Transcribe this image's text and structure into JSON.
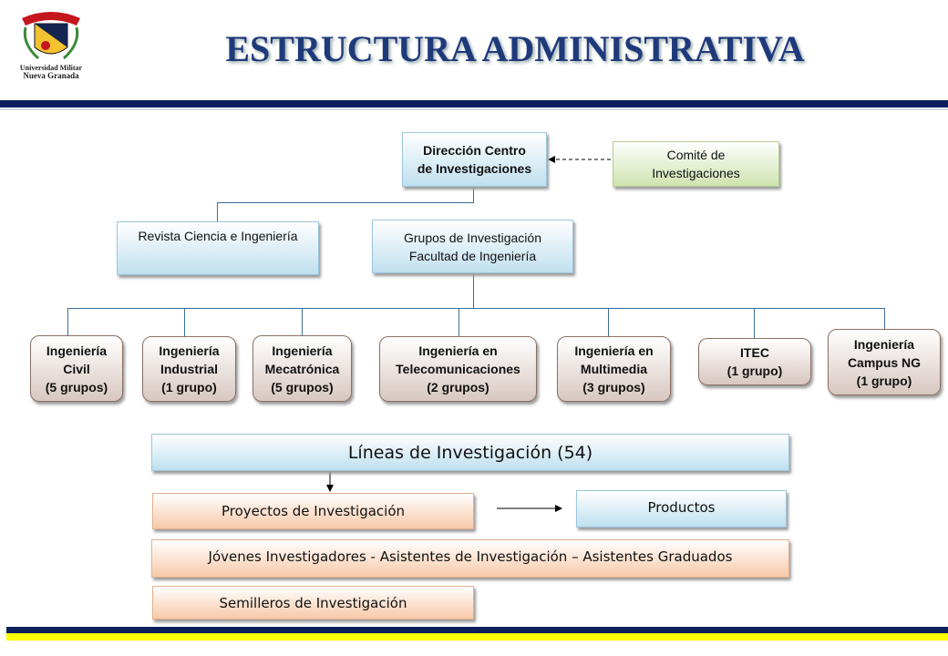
{
  "header": {
    "title": "ESTRUCTURA ADMINISTRATIVA",
    "logo_text": [
      "Universidad Militar",
      "Nueva Granada"
    ]
  },
  "org": {
    "direccion": [
      "Dirección Centro",
      "de Investigaciones"
    ],
    "comite": [
      "Comité de",
      "Investigaciones"
    ],
    "revista": "Revista Ciencia e Ingeniería",
    "grupos": [
      "Grupos de Investigación",
      "Facultad de Ingeniería"
    ],
    "units": [
      {
        "lines": [
          "Ingeniería",
          "Civil",
          "(5 grupos)"
        ]
      },
      {
        "lines": [
          "Ingeniería",
          "Industrial",
          "(1 grupo)"
        ]
      },
      {
        "lines": [
          "Ingeniería",
          "Mecatrónica",
          "(5 grupos)"
        ]
      },
      {
        "lines": [
          "Ingeniería en",
          "Telecomunicaciones",
          "(2 grupos)"
        ]
      },
      {
        "lines": [
          "Ingeniería en",
          "Multimedia",
          "(3 grupos)"
        ]
      },
      {
        "lines": [
          "ITEC",
          "(1 grupo)"
        ]
      },
      {
        "lines": [
          "Ingeniería",
          "Campus NG",
          "(1 grupo)"
        ]
      }
    ]
  },
  "lower": {
    "lineas": "Líneas de Investigación  (54)",
    "proyectos": "Proyectos de Investigación",
    "productos": "Productos",
    "jovenes": "Jóvenes Investigadores -  Asistentes de Investigación – Asistentes Graduados",
    "semilleros": "Semilleros de Investigación"
  }
}
